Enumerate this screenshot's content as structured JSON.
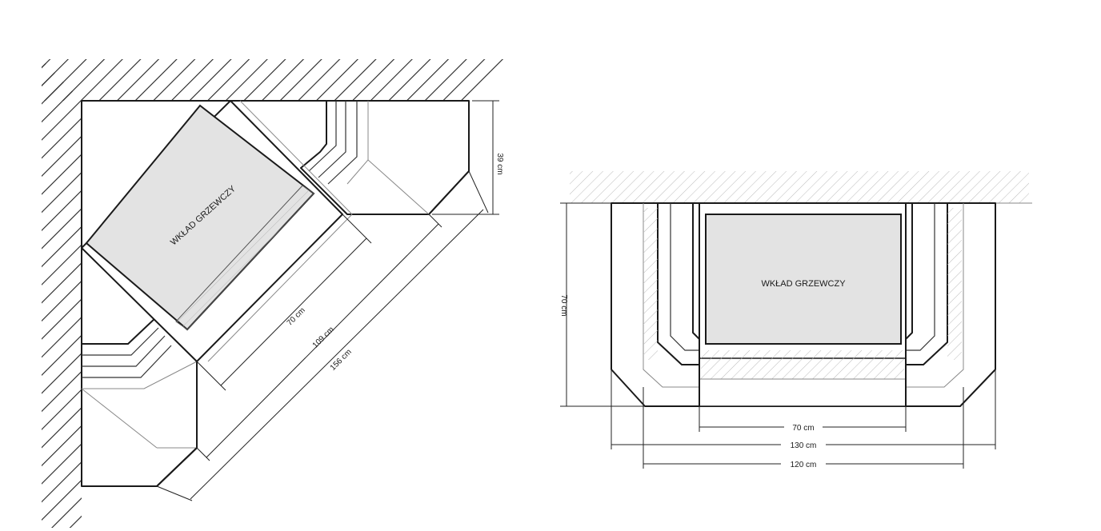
{
  "corner_plan": {
    "insert_label": "WKŁAD GRZEWCZY",
    "dim_depth": "39 cm",
    "dim_inner": "70 cm",
    "dim_middle": "109 cm",
    "dim_outer": "156 cm"
  },
  "front_plan": {
    "insert_label": "WKŁAD GRZEWCZY",
    "dim_depth": "70 cm",
    "dim_inner": "70 cm",
    "dim_middle": "130 cm",
    "dim_outer": "120 cm"
  }
}
